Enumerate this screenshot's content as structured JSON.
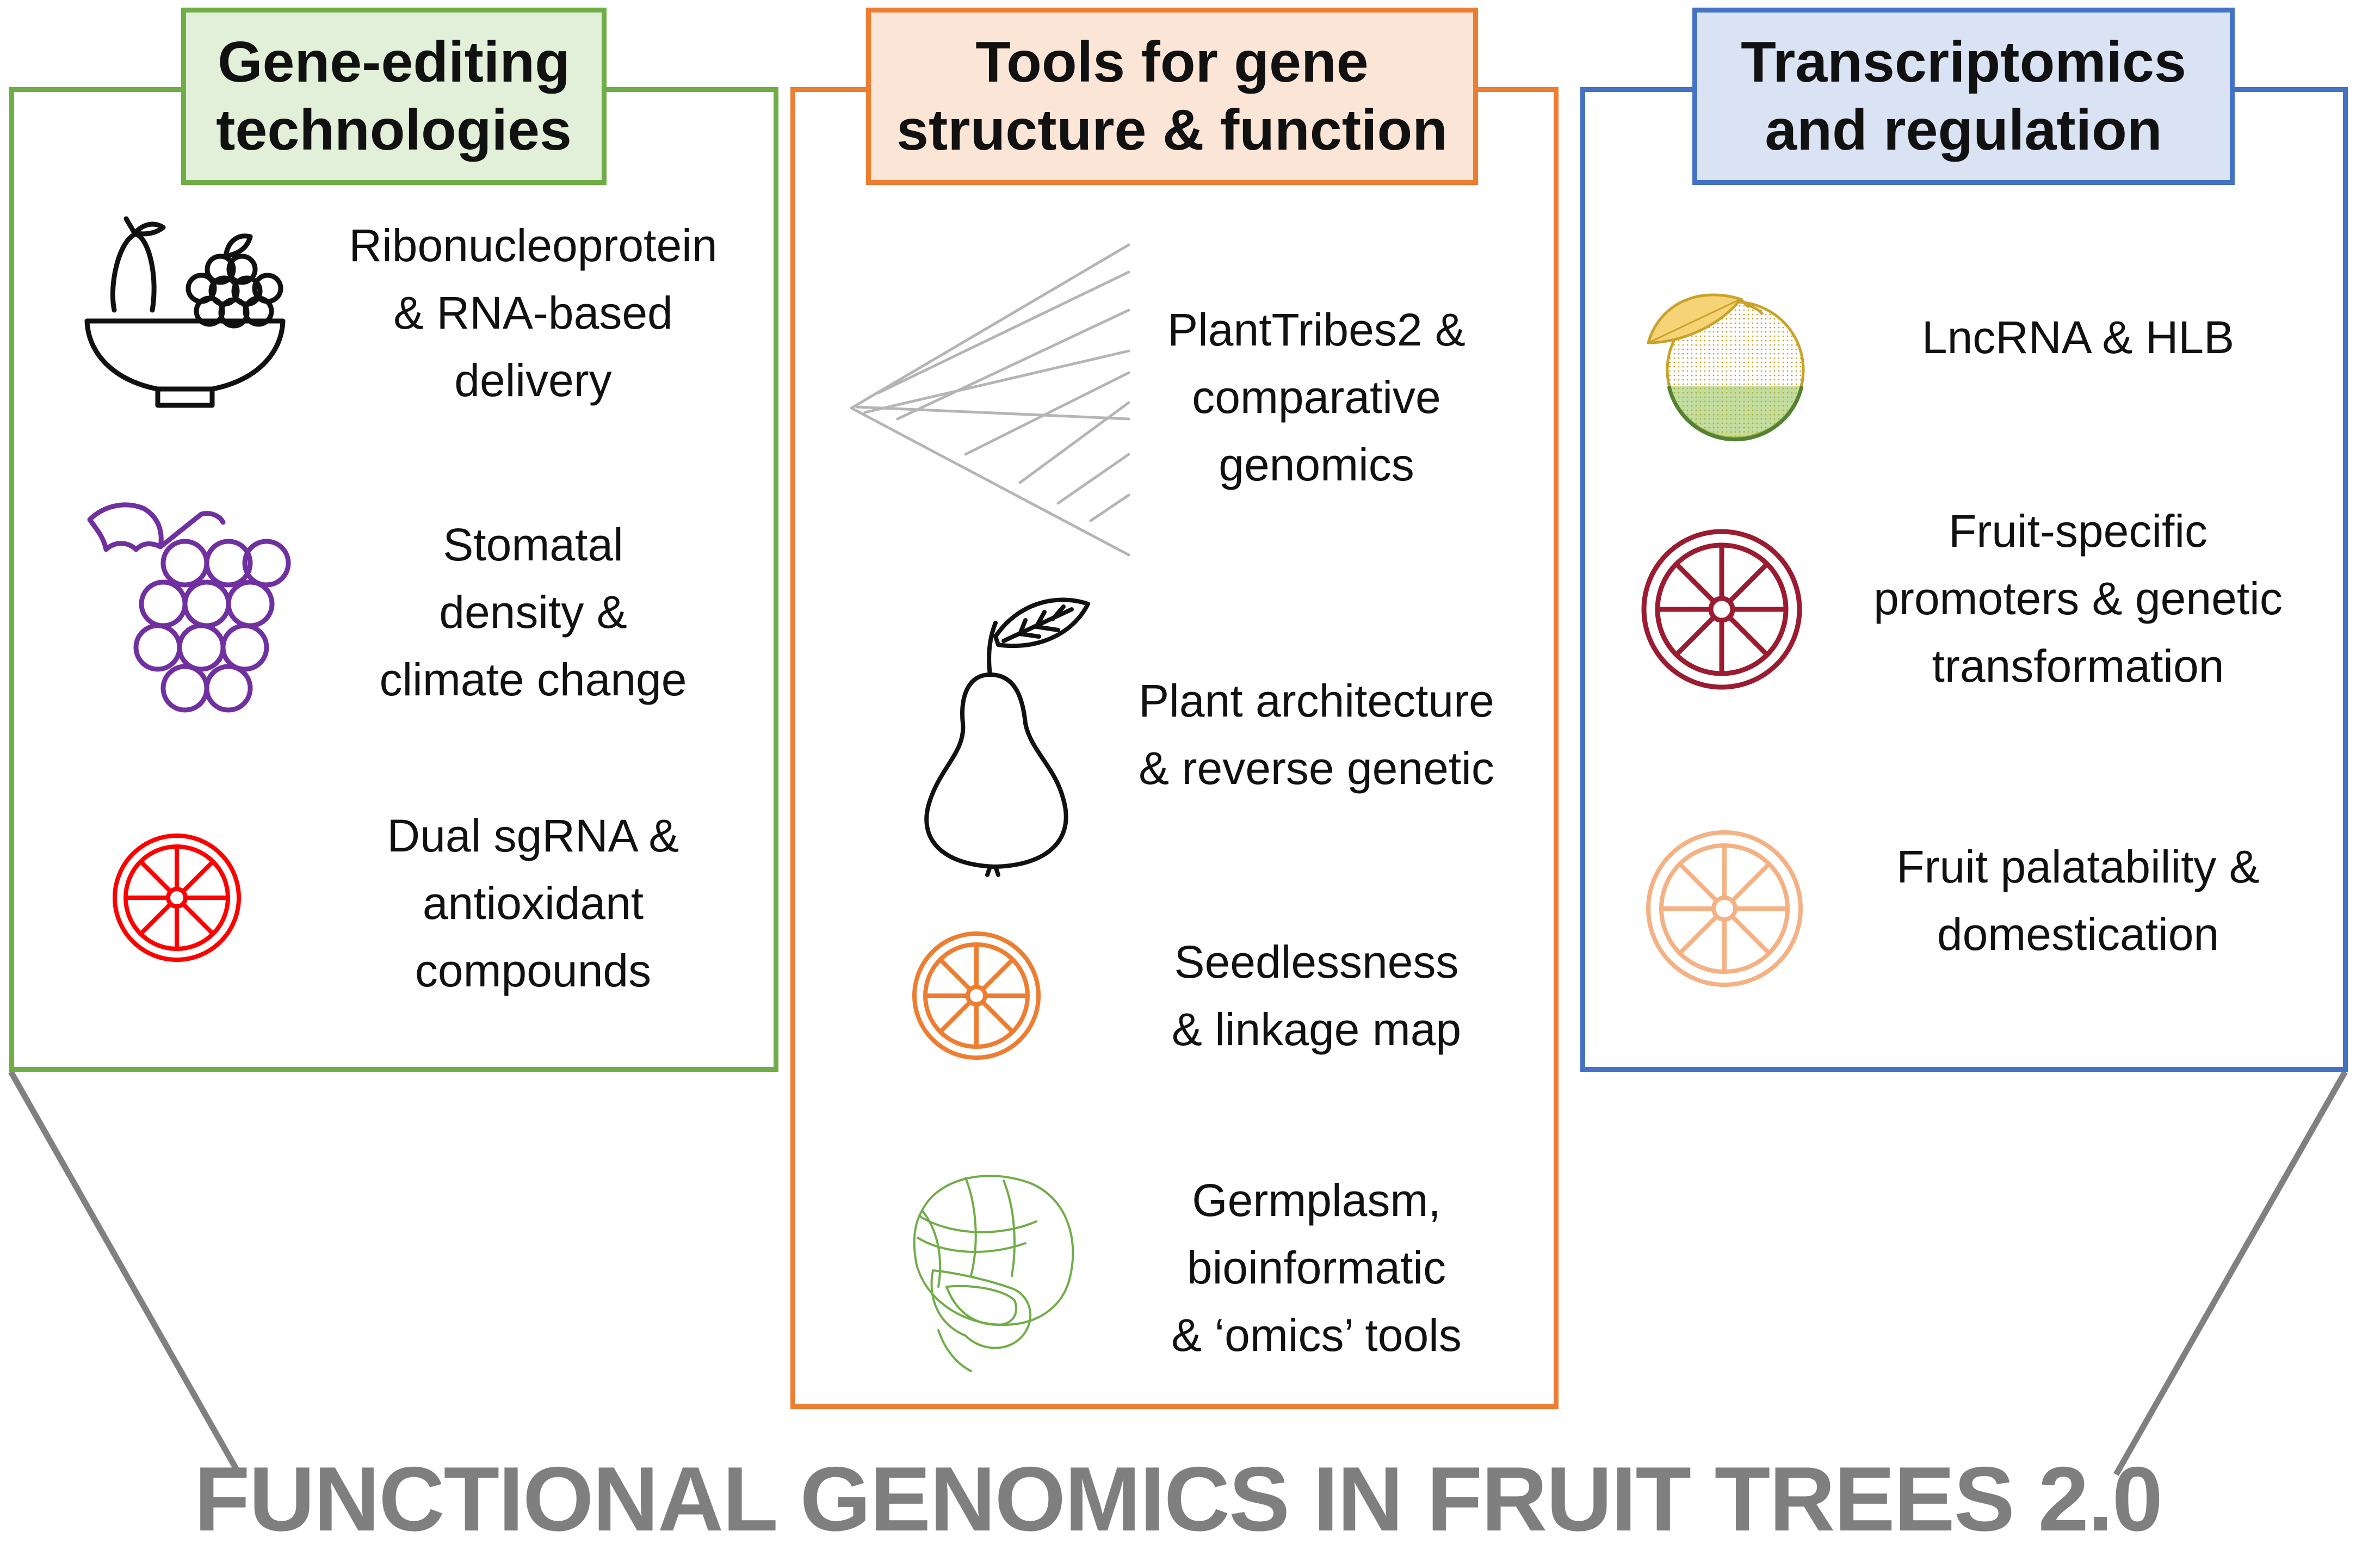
{
  "colors": {
    "green": "#70ad47",
    "green_fill": "#e2efd9",
    "orange": "#ed7d31",
    "orange_fill": "#fbe5d6",
    "blue": "#4472c4",
    "blue_fill": "#dae3f3",
    "connector": "#808080",
    "footer_text": "#7f7f7f"
  },
  "panels": {
    "left": {
      "title": "Gene-editing\ntechnologies",
      "items": [
        {
          "icon": "fruit-bowl-icon",
          "label": "Ribonucleoprotein\n& RNA-based\ndelivery"
        },
        {
          "icon": "grapes-icon",
          "label": "Stomatal\ndensity &\nclimate change"
        },
        {
          "icon": "citrus-slice-icon",
          "label": "Dual sgRNA &\nantioxidant\ncompounds"
        }
      ]
    },
    "middle": {
      "title": "Tools for gene\nstructure & function",
      "items": [
        {
          "icon": "phylogenetic-tree-icon",
          "label": "PlantTribes2 &\ncomparative\ngenomics"
        },
        {
          "icon": "pear-icon",
          "label": "Plant architecture\n& reverse genetic"
        },
        {
          "icon": "orange-slice-icon",
          "label": "Seedlessness\n& linkage map"
        },
        {
          "icon": "hazelnut-icon",
          "label": "Germplasm,\nbioinformatic\n& ‘omics’ tools"
        }
      ]
    },
    "right": {
      "title": "Transcriptomics\nand regulation",
      "items": [
        {
          "icon": "citrus-fruit-icon",
          "label": "LncRNA & HLB"
        },
        {
          "icon": "blood-orange-slice-icon",
          "label": "Fruit-specific\npromoters & genetic\ntransformation"
        },
        {
          "icon": "peach-slice-icon",
          "label": "Fruit palatability &\ndomestication"
        }
      ]
    }
  },
  "footer": "FUNCTIONAL GENOMICS IN FRUIT TREES 2.0"
}
